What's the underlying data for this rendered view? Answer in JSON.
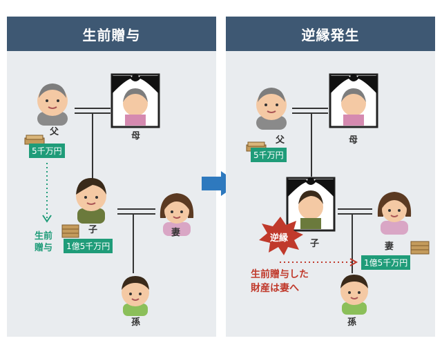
{
  "colors": {
    "header_bg": "#3e5873",
    "panel_bg": "#e9ecef",
    "money_green": "#1f9c79",
    "arrow_blue": "#2e79be",
    "accent_red": "#c0392b"
  },
  "left": {
    "title": "生前贈与",
    "father": "父",
    "mother": "母",
    "child": "子",
    "wife": "妻",
    "grandchild": "孫",
    "father_money": "5千万円",
    "child_money": "1億5千万円",
    "gift_label_1": "生前",
    "gift_label_2": "贈与"
  },
  "right": {
    "title": "逆縁発生",
    "father": "父",
    "mother": "母",
    "child": "子",
    "wife": "妻",
    "grandchild": "孫",
    "father_money": "5千万円",
    "wife_money": "1億5千万円",
    "burst_label": "逆縁",
    "note_line_1": "生前贈与した",
    "note_line_2": "財産は妻へ"
  }
}
